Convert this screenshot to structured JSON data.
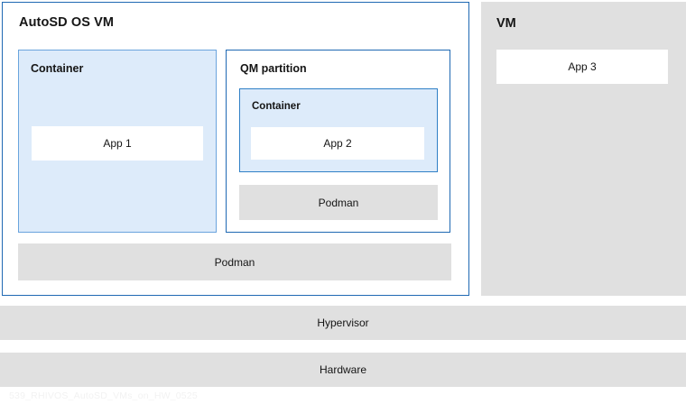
{
  "diagram": {
    "autosd_vm": {
      "title": "AutoSD OS VM",
      "container_left": {
        "title": "Container",
        "app": "App 1"
      },
      "qm_partition": {
        "title": "QM partition",
        "container_inner": {
          "title": "Container",
          "app": "App 2"
        },
        "podman": "Podman"
      },
      "podman": "Podman"
    },
    "vm_panel": {
      "title": "VM",
      "app": "App 3"
    },
    "layers": [
      {
        "label": "Hypervisor"
      },
      {
        "label": "Hardware"
      }
    ],
    "watermark": "539_RHIVOS_AutoSD_VMs_on_HW_0525"
  },
  "colors": {
    "accent_border_dark": "#1f69b3",
    "accent_border_light": "#6aa4dd",
    "container_fill": "#ddebfa",
    "grey_fill": "#e0e0e0",
    "white_fill": "#ffffff",
    "text": "#151515",
    "watermark_text": "#f2f2f2"
  }
}
